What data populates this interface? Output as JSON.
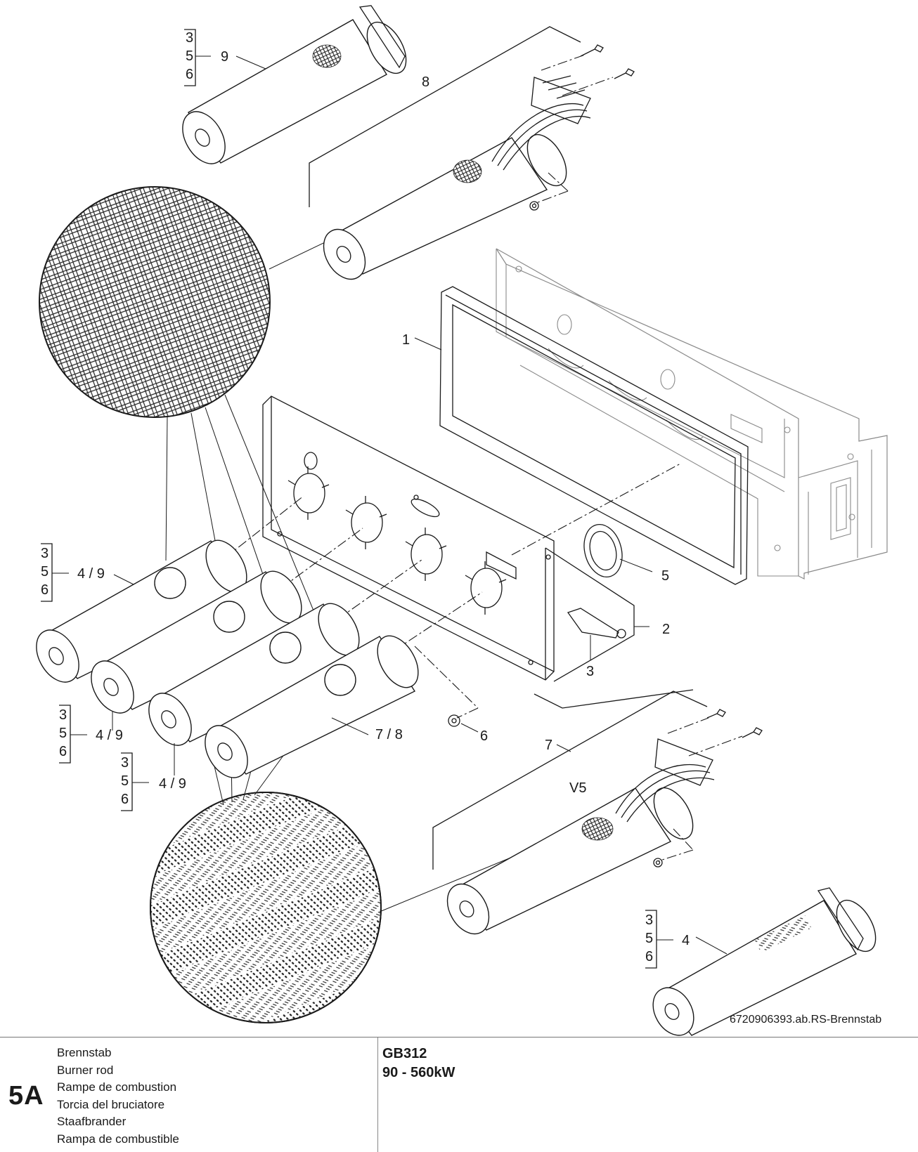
{
  "figure": {
    "reference_code": "6720906393.ab.RS-Brennstab",
    "labels": {
      "part_1": "1",
      "part_2": "2",
      "part_3": "3",
      "part_5": "5",
      "part_6": "6",
      "part_7": "7",
      "part_8": "8",
      "part_9": "9",
      "variant_4": "4",
      "variant_4_9": "4 / 9",
      "variant_7_8": "7 / 8",
      "variant_v5": "V5"
    },
    "bracket_items": [
      "3",
      "5",
      "6"
    ]
  },
  "footer": {
    "section_code": "5A",
    "titles": [
      "Brennstab",
      "Burner rod",
      "Rampe de combustion",
      "Torcia del bruciatore",
      "Staafbrander",
      "Rampa de combustible"
    ],
    "model": "GB312",
    "power_range": "90 - 560kW"
  }
}
